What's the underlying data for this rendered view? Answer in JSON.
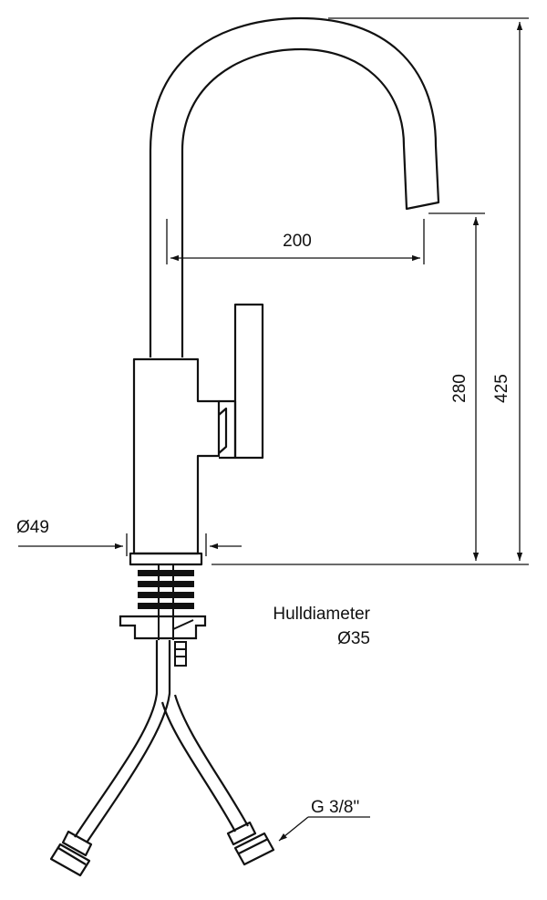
{
  "dimensions": {
    "spout_reach": "200",
    "spout_height": "280",
    "total_height": "425",
    "base_diameter": "Ø49"
  },
  "notes": {
    "hole_label": "Hulldiameter",
    "hole_value": "Ø35",
    "thread": "G 3/8\""
  },
  "colors": {
    "stroke": "#111111",
    "background": "#ffffff"
  }
}
